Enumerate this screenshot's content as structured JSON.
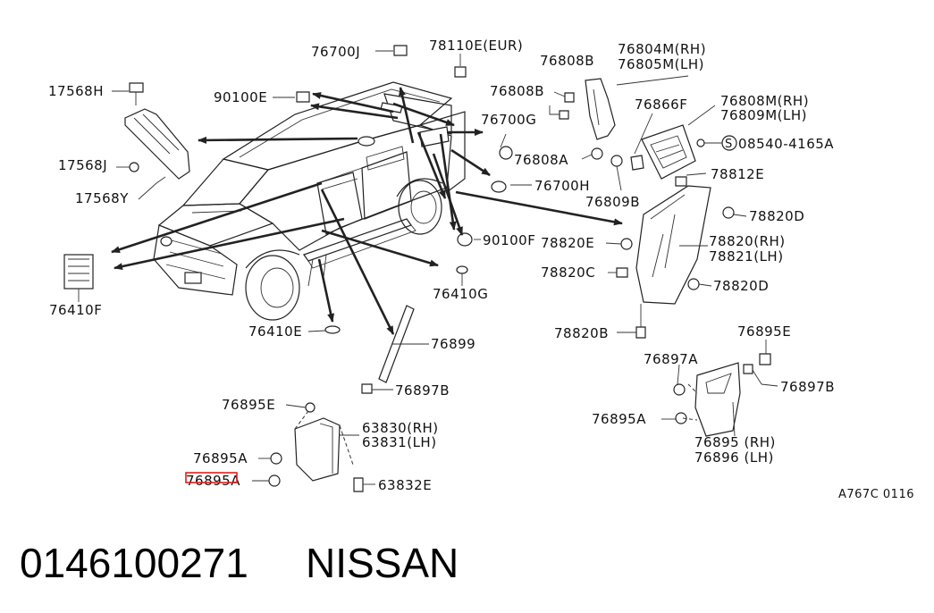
{
  "diagram_ref": "A767C 0116",
  "footer": {
    "part_number": "0146100271",
    "brand": "NISSAN"
  },
  "highlighted_label": "76895A",
  "labels": [
    "76700J",
    "78110E(EUR)",
    "76808B",
    "76804M(RH)",
    "76805M(LH)",
    "17568H",
    "90100E",
    "76808B",
    "76700G",
    "76866F",
    "76808M(RH)",
    "76809M(LH)",
    "08540-4165A",
    "76808A",
    "17568J",
    "76700H",
    "78812E",
    "17568Y",
    "76809B",
    "78820D",
    "90100F",
    "78820E",
    "78820(RH)",
    "78821(LH)",
    "78820C",
    "78820D",
    "76410G",
    "76410F",
    "78820B",
    "76895E",
    "76410E",
    "76899",
    "76897A",
    "76897B",
    "76895E",
    "76897B",
    "76895A",
    "63830(RH)",
    "63831(LH)",
    "76895 (RH)",
    "76896 (LH)",
    "76895A",
    "76895A",
    "63832E"
  ],
  "colors": {
    "highlight": "#e0201b",
    "ink": "#222222"
  }
}
